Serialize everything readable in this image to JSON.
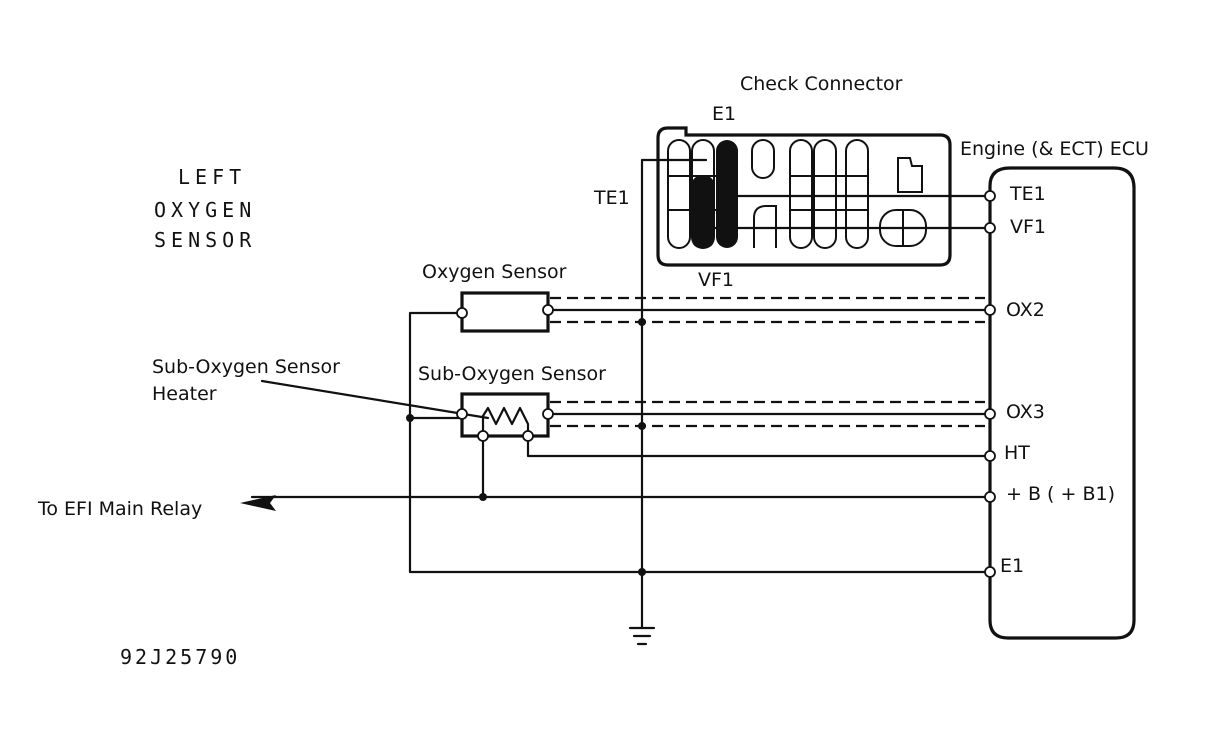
{
  "title_block": [
    "LEFT",
    "OXYGEN",
    "SENSOR"
  ],
  "check_connector": {
    "title": "Check Connector",
    "pins": {
      "e1": "E1",
      "te1": "TE1",
      "vf1": "VF1"
    }
  },
  "ecu": {
    "title": "Engine (& ECT) ECU",
    "terminals": [
      "TE1",
      "VF1",
      "OX2",
      "OX3",
      "HT",
      "+ B ( + B1)",
      "E1"
    ]
  },
  "components": {
    "oxygen_sensor": "Oxygen Sensor",
    "sub_oxygen_sensor": "Sub-Oxygen Sensor",
    "heater_line1": "Sub-Oxygen Sensor",
    "heater_line2": "Heater"
  },
  "relay_label": "To EFI Main Relay",
  "figure_code": "92J25790"
}
